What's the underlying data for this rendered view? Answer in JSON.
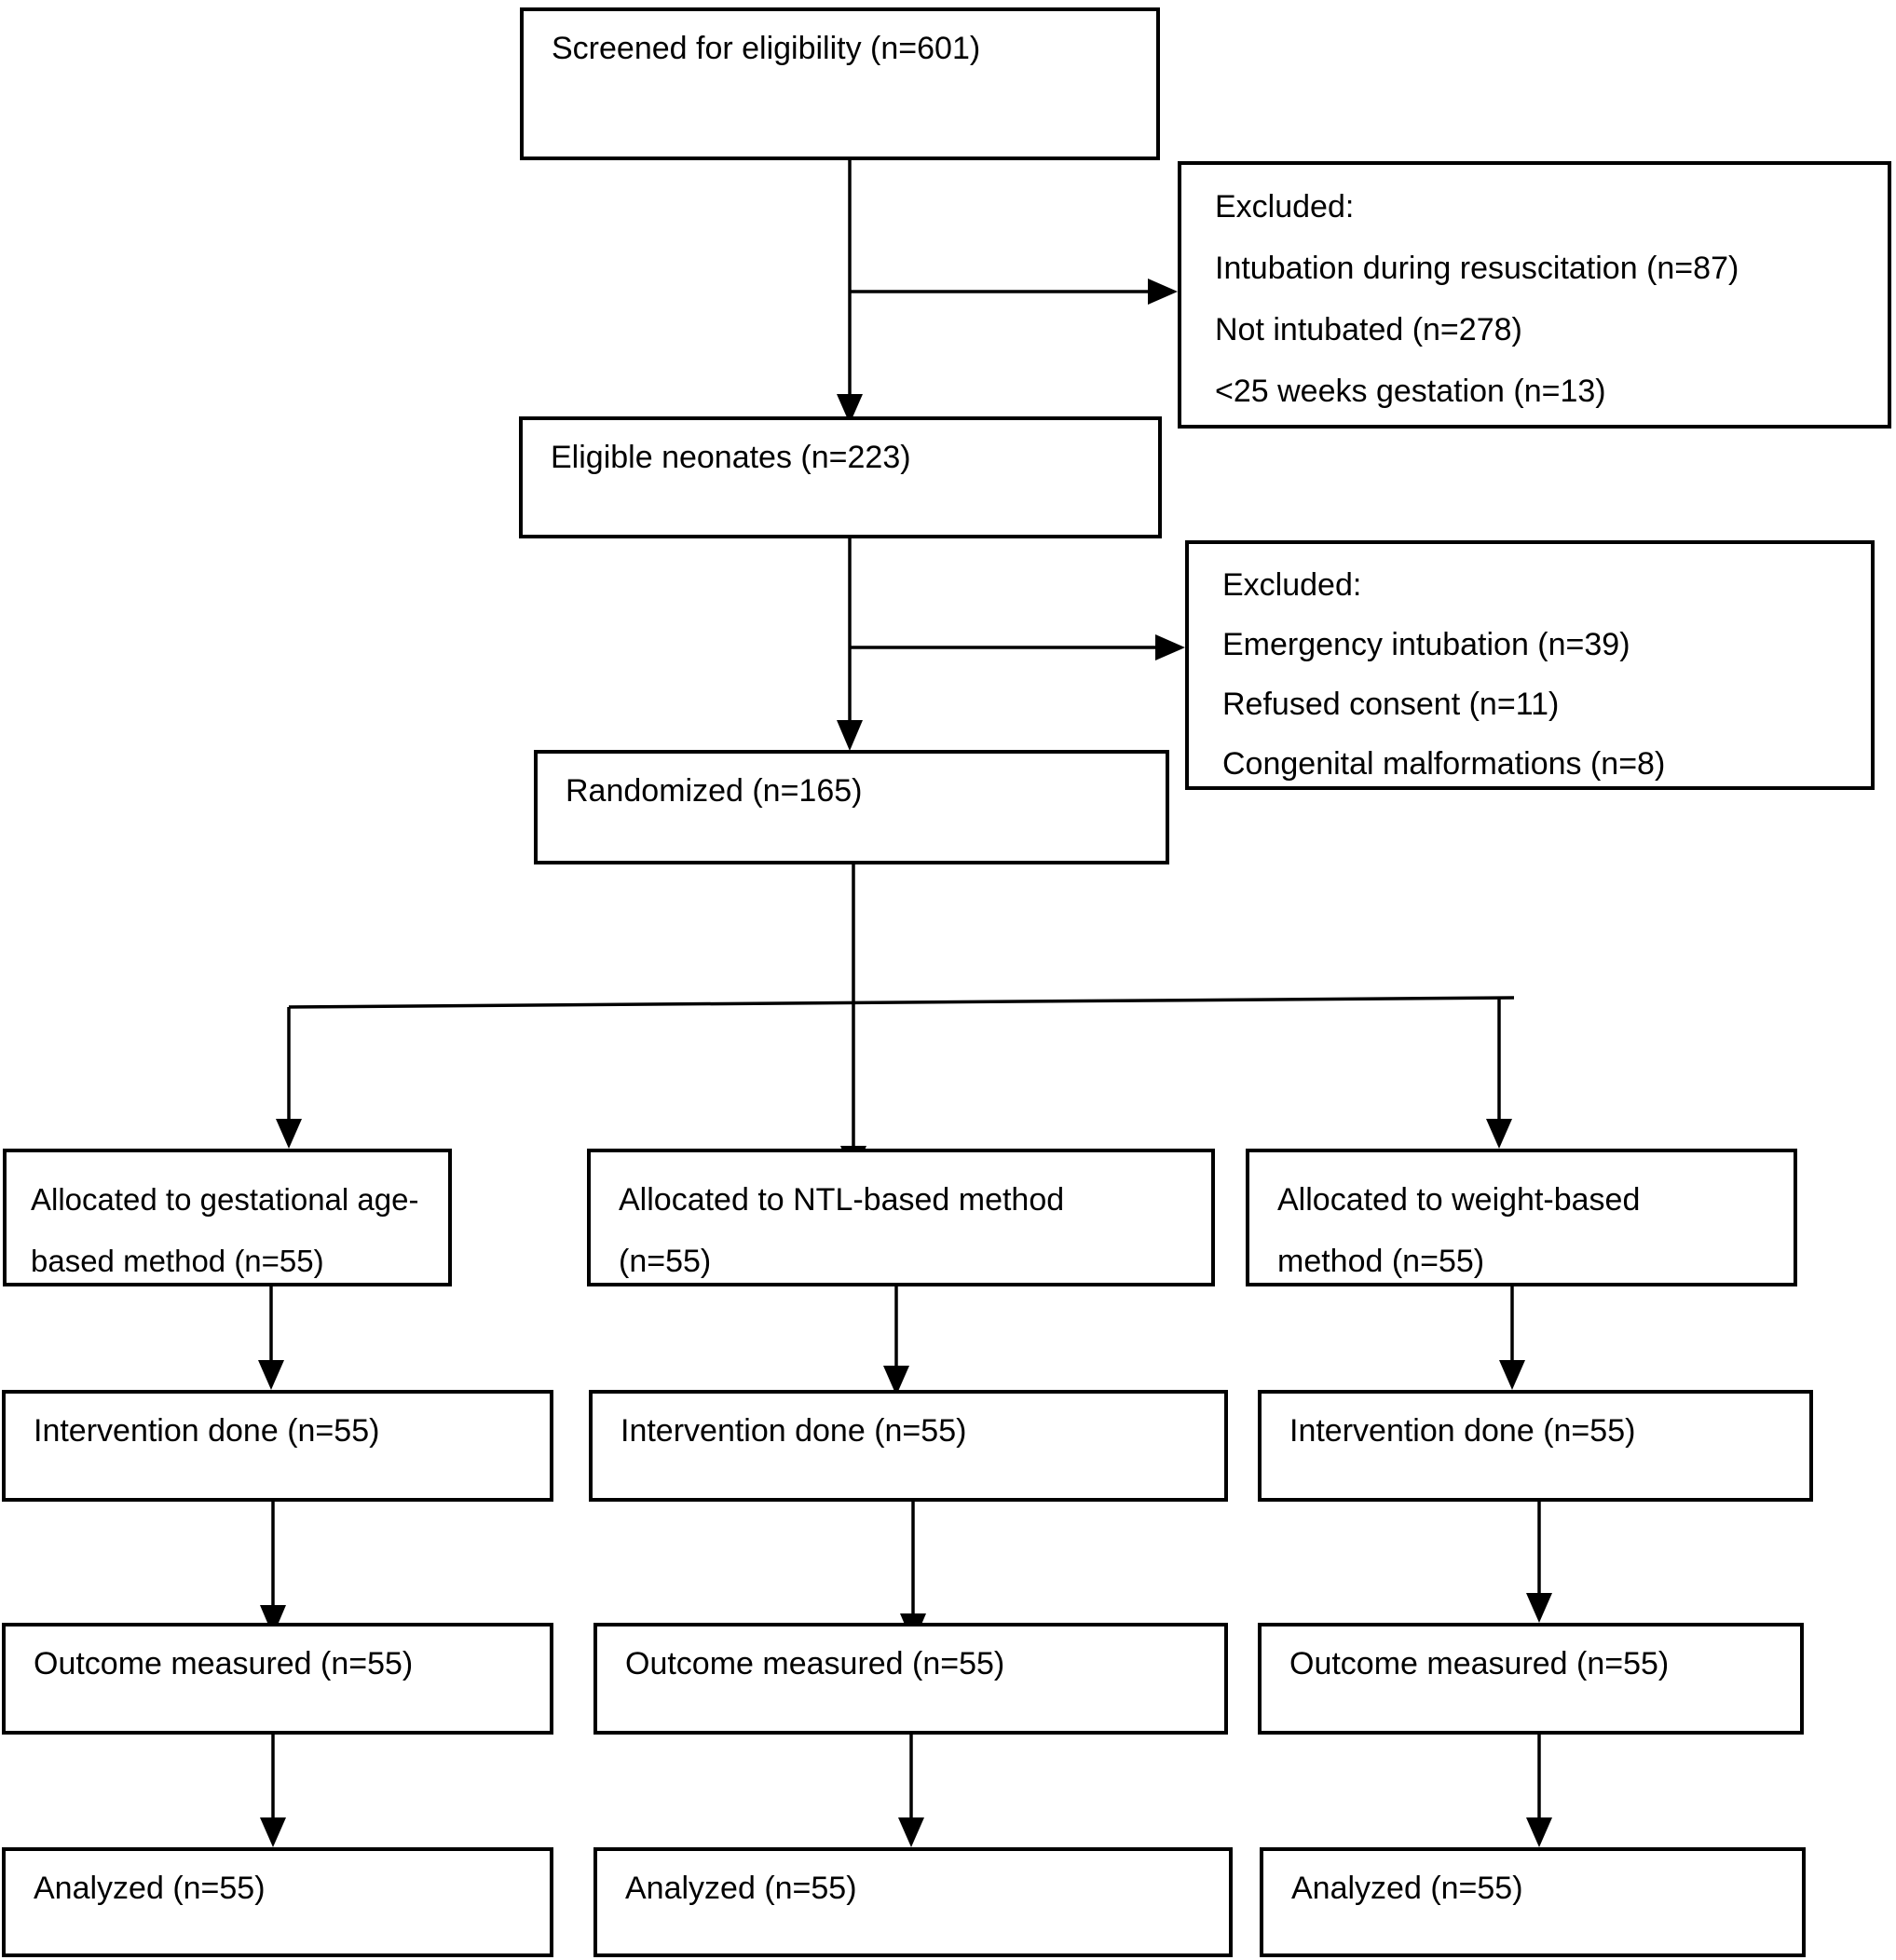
{
  "flowchart": {
    "screened": {
      "label": "Screened for eligibility (n=601)"
    },
    "excluded_top": {
      "title": "Excluded:",
      "items": [
        "Intubation during resuscitation (n=87)",
        "Not intubated (n=278)",
        "<25 weeks gestation (n=13)"
      ]
    },
    "eligible": {
      "label": "Eligible neonates (n=223)"
    },
    "excluded_mid": {
      "title": "Excluded:",
      "items": [
        "Emergency intubation (n=39)",
        "Refused consent (n=11)",
        "Congenital malformations (n=8)"
      ]
    },
    "randomized": {
      "label": "Randomized (n=165)"
    },
    "arm_gestational": {
      "allocated_lines": [
        "Allocated to gestational age-",
        "based method (n=55)"
      ],
      "intervention": "Intervention done (n=55)",
      "outcome": "Outcome measured (n=55)",
      "analyzed": "Analyzed (n=55)"
    },
    "arm_ntl": {
      "allocated_lines": [
        "Allocated to NTL-based method",
        "(n=55)"
      ],
      "intervention": "Intervention done (n=55)",
      "outcome": "Outcome measured (n=55)",
      "analyzed": "Analyzed (n=55)"
    },
    "arm_weight": {
      "allocated_lines": [
        "Allocated to weight-based",
        "method (n=55)"
      ],
      "intervention": "Intervention done (n=55)",
      "outcome": "Outcome measured (n=55)",
      "analyzed": "Analyzed (n=55)"
    }
  },
  "colors": {
    "background": "#ffffff",
    "box_fill": "#ffffff",
    "box_border": "#000000",
    "text": "#000000",
    "connector": "#000000"
  }
}
